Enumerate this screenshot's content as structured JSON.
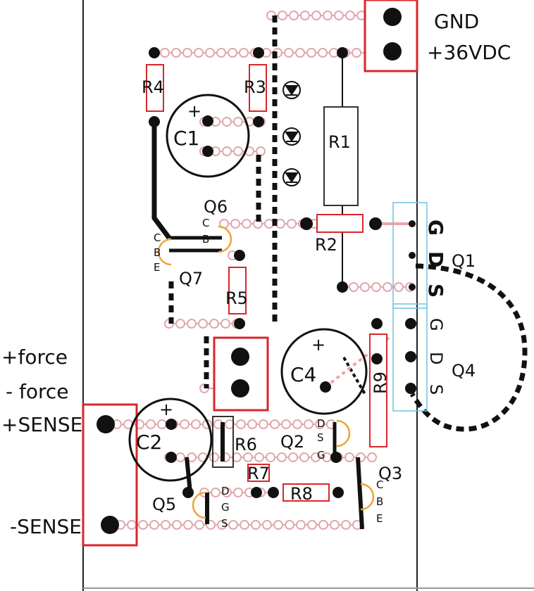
{
  "connectors": {
    "gnd": "GND",
    "vdc": "+36VDC",
    "force_pos": "+force",
    "force_neg": "- force",
    "sense_pos": "+SENSE",
    "sense_neg": "-SENSE"
  },
  "components": {
    "r1": "R1",
    "r2": "R2",
    "r3": "R3",
    "r4": "R4",
    "r5": "R5",
    "r6": "R6",
    "r7": "R7",
    "r8": "R8",
    "r9": "R9",
    "c1": "C1",
    "c2": "C2",
    "c4": "C4",
    "q1": "Q1",
    "q2": "Q2",
    "q3": "Q3",
    "q4": "Q4",
    "q5": "Q5",
    "q6": "Q6",
    "q7": "Q7"
  },
  "pins": {
    "g": "G",
    "d": "D",
    "s": "S",
    "c": "C",
    "b": "B",
    "e": "E",
    "plus": "+"
  },
  "colors": {
    "pad": "#e0a8ad",
    "trace": "#111111",
    "header_box": "#d9262b",
    "transistor": "#f0a23a",
    "mosfet_box": "#6fc4e0",
    "resistor_box": "#d9262b",
    "jumper_pink": "#f1a3a8"
  }
}
